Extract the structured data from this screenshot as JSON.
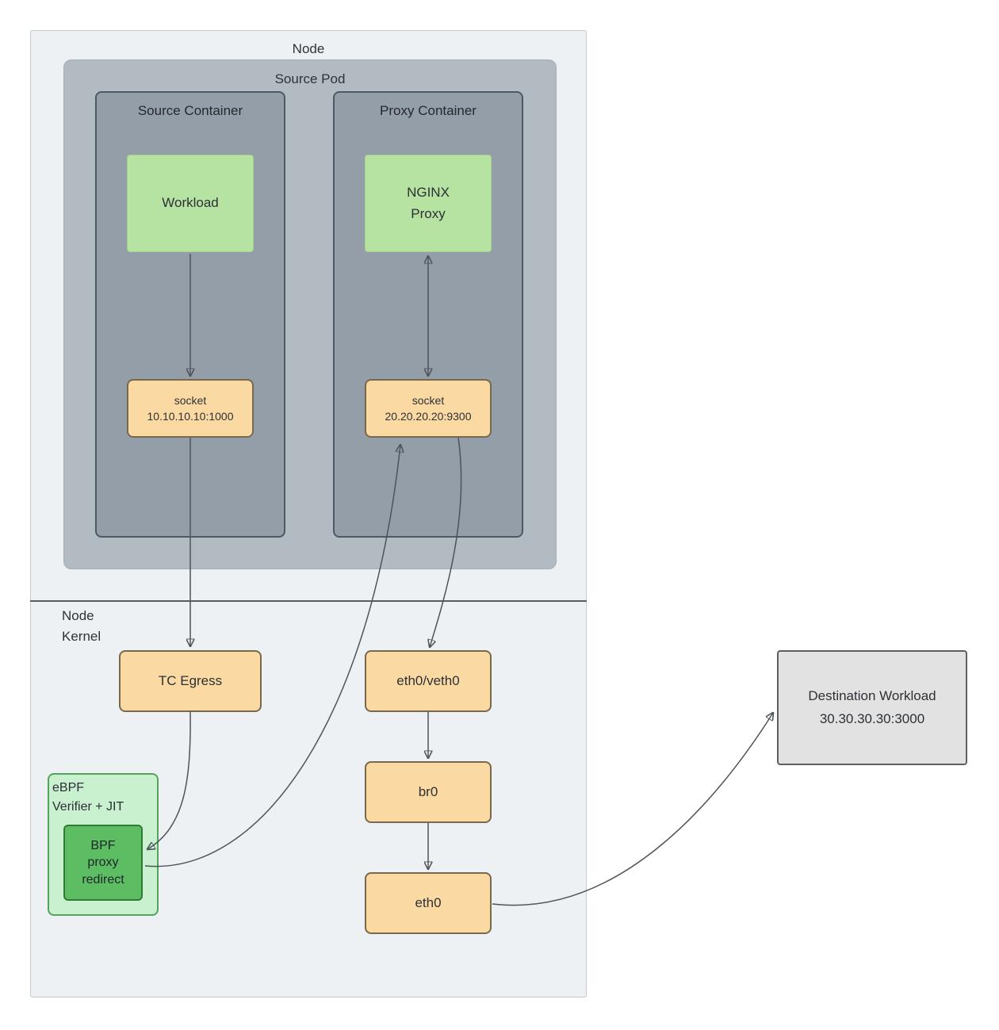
{
  "diagram": {
    "node_title": "Node",
    "source_pod_title": "Source Pod",
    "source_container_title": "Source Container",
    "proxy_container_title": "Proxy Container",
    "workload_label": "Workload",
    "nginx_proxy_label": "NGINX\nProxy",
    "source_socket_label": "socket\n10.10.10.10:1000",
    "proxy_socket_label": "socket\n20.20.20.20:9300",
    "node_kernel_label": "Node\nKernel",
    "tc_egress_label": "TC Egress",
    "eth0_veth0_label": "eth0/veth0",
    "br0_label": "br0",
    "eth0_label": "eth0",
    "ebpf_label": "eBPF\nVerifier + JIT",
    "bpf_redirect_label": "BPF\nproxy\nredirect",
    "destination_label": "Destination Workload\n30.30.30.30:3000",
    "colors": {
      "node_fill": "#edf1f3",
      "pod_fill": "#b2bac2",
      "container_fill": "#949ea9",
      "container_border": "#4d5a66",
      "app_green": "#b6e2a2",
      "orange_fill": "#fbd9a3",
      "ebpf_light_green": "#c9f1cf",
      "ebpf_border": "#54a35b",
      "bpf_green": "#5dbd63",
      "destination_gray": "#e2e2e2",
      "arrow": "#4d545a"
    }
  }
}
